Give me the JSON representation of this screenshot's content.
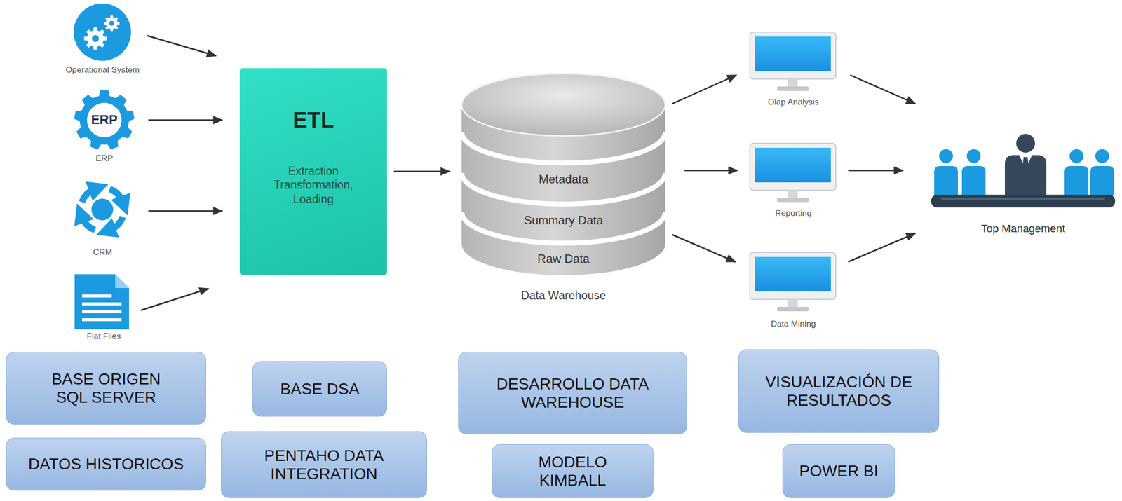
{
  "diagram": {
    "nodes": [
      {
        "text": [
          "Operational System"
        ]
      },
      {
        "text": [
          "ERP",
          "ERP"
        ]
      },
      {
        "text": [
          "CRM"
        ]
      },
      {
        "text": [
          "Flat Files"
        ]
      },
      {
        "text": [
          "ETL",
          "Extraction Transformation, Loading"
        ]
      },
      {
        "text": [
          "Data Warehouse"
        ]
      },
      {
        "text": [
          "Metadata"
        ],
        "in": 5
      },
      {
        "text": [
          "Summary Data"
        ],
        "in": 5
      },
      {
        "text": [
          "Raw Data"
        ],
        "in": 5
      },
      {
        "text": [
          "Olap Analysis"
        ]
      },
      {
        "text": [
          "Reporting"
        ]
      },
      {
        "text": [
          "Data Mining"
        ]
      },
      {
        "text": [
          "Top Management"
        ]
      },
      {
        "text": [
          "BASE ORIGEN SQL SERVER"
        ]
      },
      {
        "text": [
          "BASE DSA"
        ]
      },
      {
        "text": [
          "DESARROLLO DATA WAREHOUSE"
        ]
      },
      {
        "text": [
          "VISUALIZACIÓN DE RESULTADOS"
        ]
      },
      {
        "text": [
          "DATOS HISTORICOS"
        ]
      },
      {
        "text": [
          "PENTAHO DATA INTEGRATION"
        ]
      },
      {
        "text": [
          "MODELO KIMBALL"
        ]
      },
      {
        "text": [
          "POWER BI"
        ]
      }
    ],
    "edges": [
      {
        "from": 0,
        "to": 4,
        "arrow": "to"
      },
      {
        "from": 1,
        "to": 4,
        "arrow": "to"
      },
      {
        "from": 2,
        "to": 4,
        "arrow": "to"
      },
      {
        "from": 3,
        "to": 4,
        "arrow": "to"
      },
      {
        "from": 4,
        "to": 5,
        "arrow": "to"
      },
      {
        "from": 5,
        "to": 9,
        "arrow": "to"
      },
      {
        "from": 5,
        "to": 10,
        "arrow": "to"
      },
      {
        "from": 5,
        "to": 11,
        "arrow": "to"
      },
      {
        "from": 9,
        "to": 12,
        "arrow": "to"
      },
      {
        "from": 10,
        "to": 12,
        "arrow": "to"
      },
      {
        "from": 11,
        "to": 12,
        "arrow": "to"
      }
    ]
  }
}
